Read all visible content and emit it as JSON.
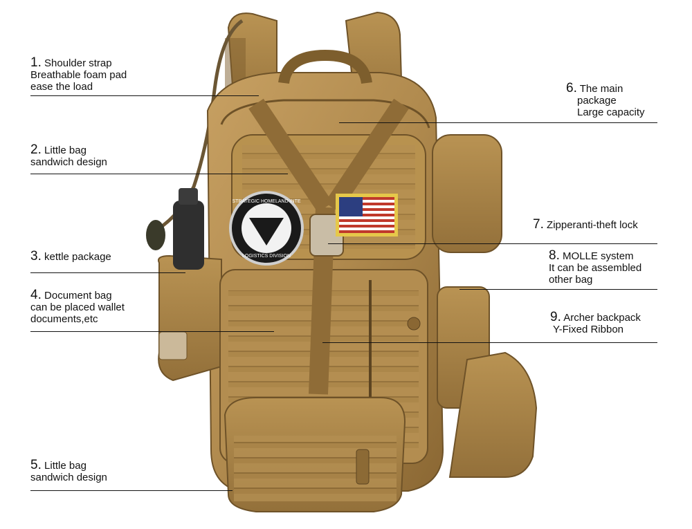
{
  "callouts": [
    {
      "num": "1.",
      "title": "Shoulder strap",
      "lines": [
        "Breathable foam pad",
        "ease the load"
      ]
    },
    {
      "num": "2.",
      "title": "Little bag",
      "lines": [
        "sandwich design"
      ]
    },
    {
      "num": "3.",
      "title": "kettle package",
      "lines": []
    },
    {
      "num": "4.",
      "title": "Document bag",
      "lines": [
        "can be placed wallet",
        "documents,etc"
      ]
    },
    {
      "num": "5.",
      "title": "Little bag",
      "lines": [
        "sandwich design"
      ]
    },
    {
      "num": "6.",
      "title": "The main",
      "lines": [
        "package",
        "Large capacity"
      ]
    },
    {
      "num": "7.",
      "title": "Zipperanti-theft lock",
      "lines": []
    },
    {
      "num": "8.",
      "title": "MOLLE system",
      "lines": [
        "It can be assembled",
        "other bag"
      ]
    },
    {
      "num": "9.",
      "title": "Archer backpack",
      "lines": [
        "Y-Fixed Ribbon"
      ]
    }
  ],
  "colors": {
    "fabric": "#b08a4e",
    "fabric_dark": "#8c6a35",
    "fabric_light": "#c49d5e",
    "shadow": "#6e5228",
    "line": "#111111"
  },
  "patch": {
    "text_top": "STRATEGIC HOMELAND INTE",
    "text_bottom": "LOGISTICS DIVISION"
  }
}
